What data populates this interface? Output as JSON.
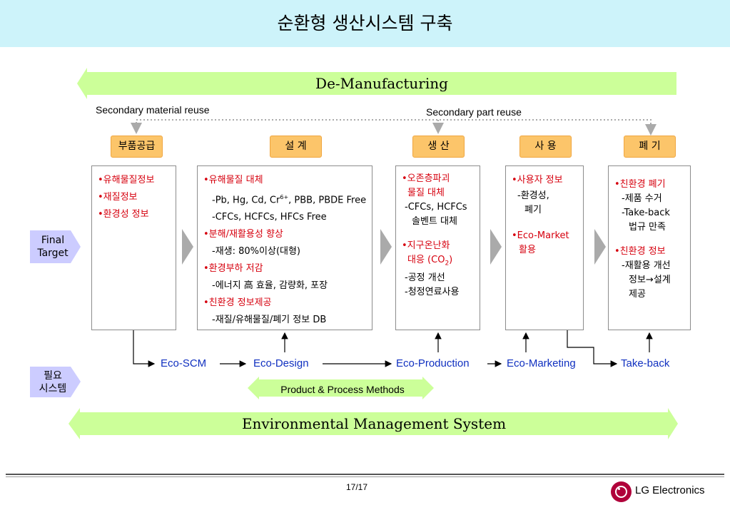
{
  "title": "순환형 생산시스템 구축",
  "top_band": "De-Manufacturing",
  "bottom_band": "Environmental Management System",
  "reuse_labels": {
    "material": "Secondary material reuse",
    "part": "Secondary part reuse"
  },
  "stages": [
    "부품공급",
    "설 계",
    "생 산",
    "사 용",
    "폐 기"
  ],
  "side_labels": {
    "final_target_line1": "Final",
    "final_target_line2": "Target",
    "required_line1": "필요",
    "required_line2": "시스템"
  },
  "box1": {
    "b1": "•유해물질정보",
    "b2": "•재질정보",
    "b3": "•환경성 정보"
  },
  "box2": {
    "b1": "•유해물질 대체",
    "d1_pre": "-Pb, Hg, Cd, Cr",
    "d1_sup": "6+",
    "d1_post": ", PBB, PBDE Free",
    "d2": "-CFCs, HCFCs, HFCs Free",
    "b2": "•분해/재활용성 향상",
    "d3": "-재생: 80%이상(대형)",
    "b3": "•환경부하 저감",
    "d4": "-에너지 高 효율, 감량화, 포장",
    "b4": "•친환경 정보제공",
    "d5": "-재질/유해물질/폐기 정보 DB"
  },
  "box3": {
    "b1a": "•오존층파괴",
    "b1b": "물질 대체",
    "d1": "-CFCs, HCFCs",
    "d2": "솔벤트 대체",
    "b2a": "•지구온난화",
    "b2b_pre": "대응 (CO",
    "b2b_sub": "2",
    "b2b_post": ")",
    "d3": "-공정 개선",
    "d4": "-청정연료사용"
  },
  "box4": {
    "b1": "•사용자 정보",
    "d1": "-환경성,",
    "d2": "폐기",
    "b2a": "•Eco-Market",
    "b2b": "활용"
  },
  "box5": {
    "b1": "•친환경 폐기",
    "d1": "-제품 수거",
    "d2": "-Take-back",
    "d3": "법규 만족",
    "b2": "•친환경 정보",
    "d4": "-재활용 개선",
    "d5": "정보→설계",
    "d6": "제공"
  },
  "systems": [
    "Eco-SCM",
    "Eco-Design",
    "Eco-Production",
    "Eco-Marketing",
    "Take-back"
  ],
  "methods_label": "Product & Process Methods",
  "footer": {
    "page": "17/17",
    "company": "LG Electronics"
  },
  "colors": {
    "band_green": "#ccff99",
    "stage_orange": "#fcc56a",
    "label_lavender": "#ccccff",
    "system_blue": "#1030c0",
    "red_text": "#d6000e"
  }
}
